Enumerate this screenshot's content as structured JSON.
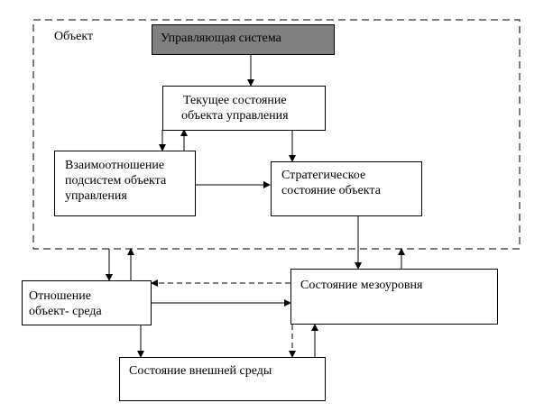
{
  "diagram": {
    "object_label": "Объект",
    "control_system": "Управляющая система",
    "current_state": "Текущее состояние\nобъекта управления",
    "interrelation": "Взаимоотношение\nподсистем объекта\nуправления",
    "strategic_state": "Стратегическое\nсостояние объекта",
    "relation_env": "Отношение\nобъект- среда",
    "meso_state": "Состояние мезоуровня",
    "external_env": "Состояние внешней среды"
  },
  "colors": {
    "control_system_fill": "#808080",
    "line": "#000000",
    "background": "#ffffff"
  }
}
